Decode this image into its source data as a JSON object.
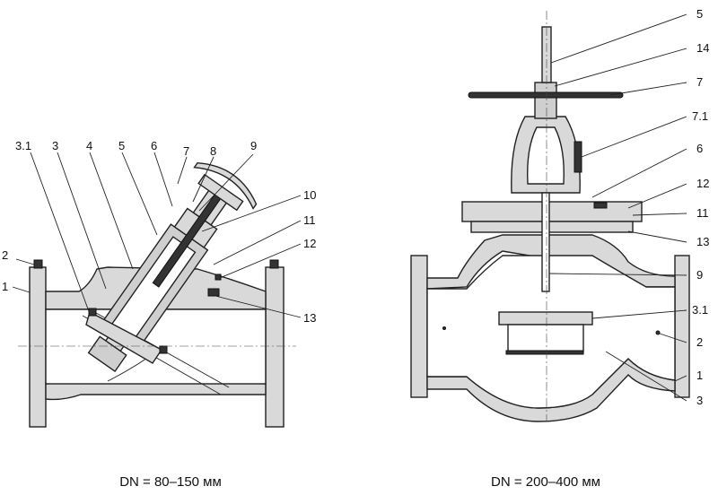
{
  "left_view": {
    "caption": "DN = 80–150 мм",
    "labels": [
      "1",
      "2",
      "3.1",
      "3",
      "4",
      "5",
      "6",
      "7",
      "8",
      "9",
      "10",
      "11",
      "12",
      "13"
    ]
  },
  "right_view": {
    "caption": "DN = 200–400 мм",
    "labels": [
      "1",
      "2",
      "3",
      "3.1",
      "5",
      "6",
      "7",
      "7.1",
      "9",
      "11",
      "12",
      "13",
      "14"
    ]
  }
}
